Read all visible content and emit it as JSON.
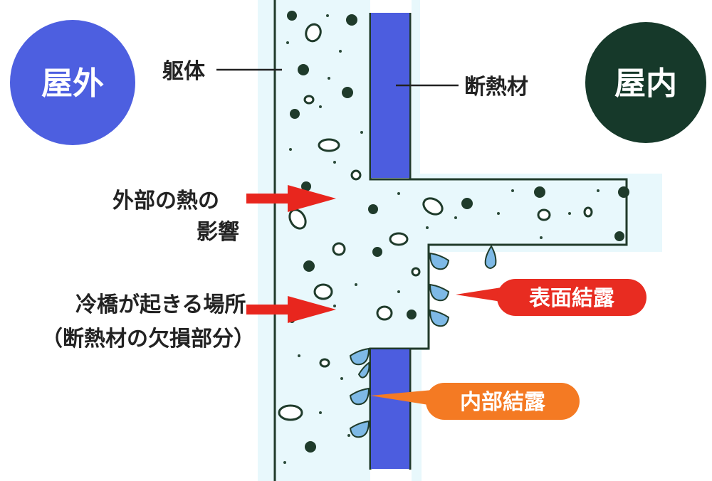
{
  "labels": {
    "outdoor": "屋外",
    "indoor": "屋内",
    "structure": "躯体",
    "insulation": "断熱材",
    "external_heat_line1": "外部の熱の",
    "external_heat_line2": "影響",
    "thermal_bridge_line1": "冷橋が起きる場所",
    "thermal_bridge_line2": "（断熱材の欠損部分）",
    "surface_condensation": "表面結露",
    "internal_condensation": "内部結露"
  },
  "colors": {
    "outdoor_circle": "#4d5fe0",
    "indoor_circle": "#16392a",
    "concrete": "#e8f8fc",
    "insulation": "#4c5ddf",
    "arrow": "#e8261e",
    "surface_pill": "#e82c21",
    "internal_pill": "#f47a23",
    "droplet": "#7eb9e6"
  }
}
